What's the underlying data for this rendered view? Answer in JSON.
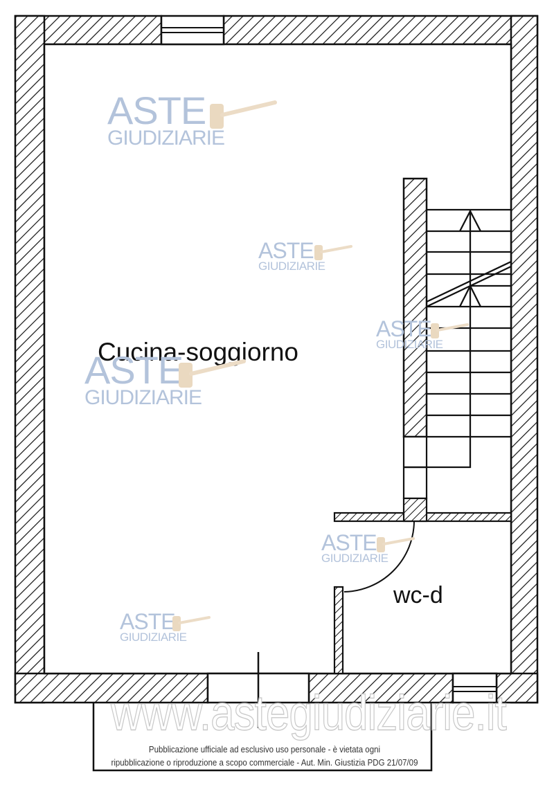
{
  "floor_plan": {
    "rooms": [
      {
        "id": "cucina-soggiorno",
        "label": "Cucina-soggiorno"
      },
      {
        "id": "wc-d",
        "label": "wc-d"
      }
    ],
    "features": [
      "window-top",
      "window-bottom-left",
      "window-bottom-right",
      "staircase-with-arrows",
      "wc-door-swing",
      "entrance"
    ]
  },
  "watermarks": {
    "brand_line1": "ASTE",
    "brand_line2": "GIUDIZIARIE",
    "site": "www.astegiudiziarie.it",
    "brand_color": "#b3c3db"
  },
  "footer": {
    "disclaimer_line1": "Pubblicazione ufficiale ad esclusivo uso personale - è vietata ogni",
    "disclaimer_line2": "ripubblicazione o riproduzione a scopo commerciale - Aut. Min. Giustizia PDG 21/07/09"
  }
}
